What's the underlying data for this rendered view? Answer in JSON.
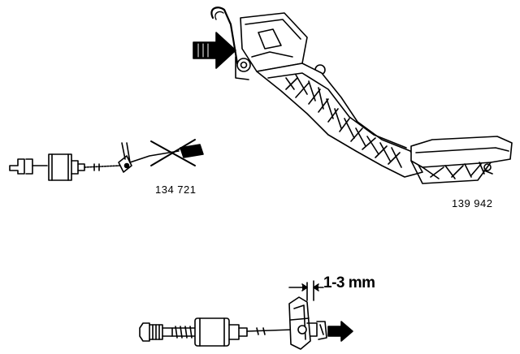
{
  "figure": {
    "reference_left": "134 721",
    "reference_right": "139 942",
    "dimension_label": "1-3 mm"
  },
  "colors": {
    "ink": "#000000",
    "paper": "#ffffff",
    "shade": "#bfbfbf"
  },
  "icons": {
    "arrow_top": "bold-arrow-right-icon",
    "arrow_bottom": "bold-arrow-right-icon",
    "cross": "cross-out-icon"
  }
}
